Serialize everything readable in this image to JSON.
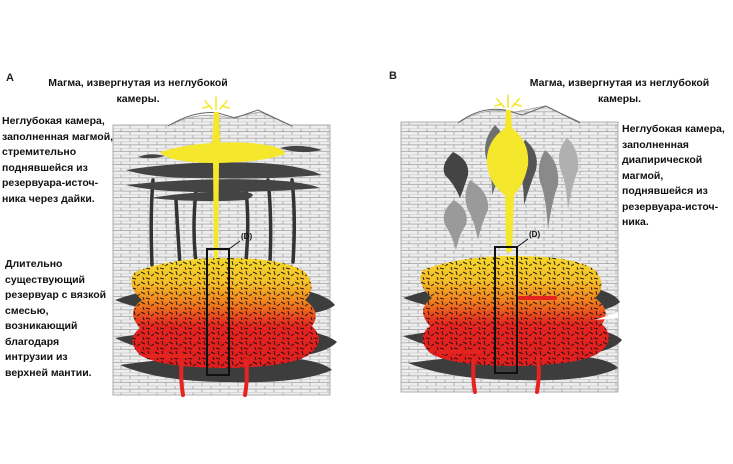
{
  "panel_a": {
    "letter": "A",
    "erupted_label": "Магма, извергнутая из неглубокой\nкамеры.",
    "shallow_chamber_label": "Неглубокая камера,\nзаполненная магмой,\nстремительно\nподнявшейся из\nрезервуара-источ-\nника через дайки.",
    "reservoir_label": "Длительно\nсуществующий\nрезервуар с вязкой\nсмесью,\nвозникающий\nблагодаря\nинтрузии из\nверхней мантии.",
    "d_label": "(D)"
  },
  "panel_b": {
    "letter": "B",
    "erupted_label": "Магма, извергнутая из неглубокой\nкамеры.",
    "shallow_chamber_label": "Неглубокая камера,\nзаполненная\nдиапирической\nмагмой,\nподнявшейся из\nрезервуара-источ-\nника.",
    "d_label": "(D)"
  },
  "colors": {
    "rock": "#eeeeee",
    "rock_lines": "#9a9a9a",
    "shallow_magma": "#f4e72c",
    "reservoir_top": "#f5d72a",
    "reservoir_mid": "#f07a1c",
    "reservoir_bottom": "#e52420",
    "dike_dark": "#333333",
    "diapir_grey": "#8c8c8c",
    "mantle_feed": "#e52420"
  }
}
